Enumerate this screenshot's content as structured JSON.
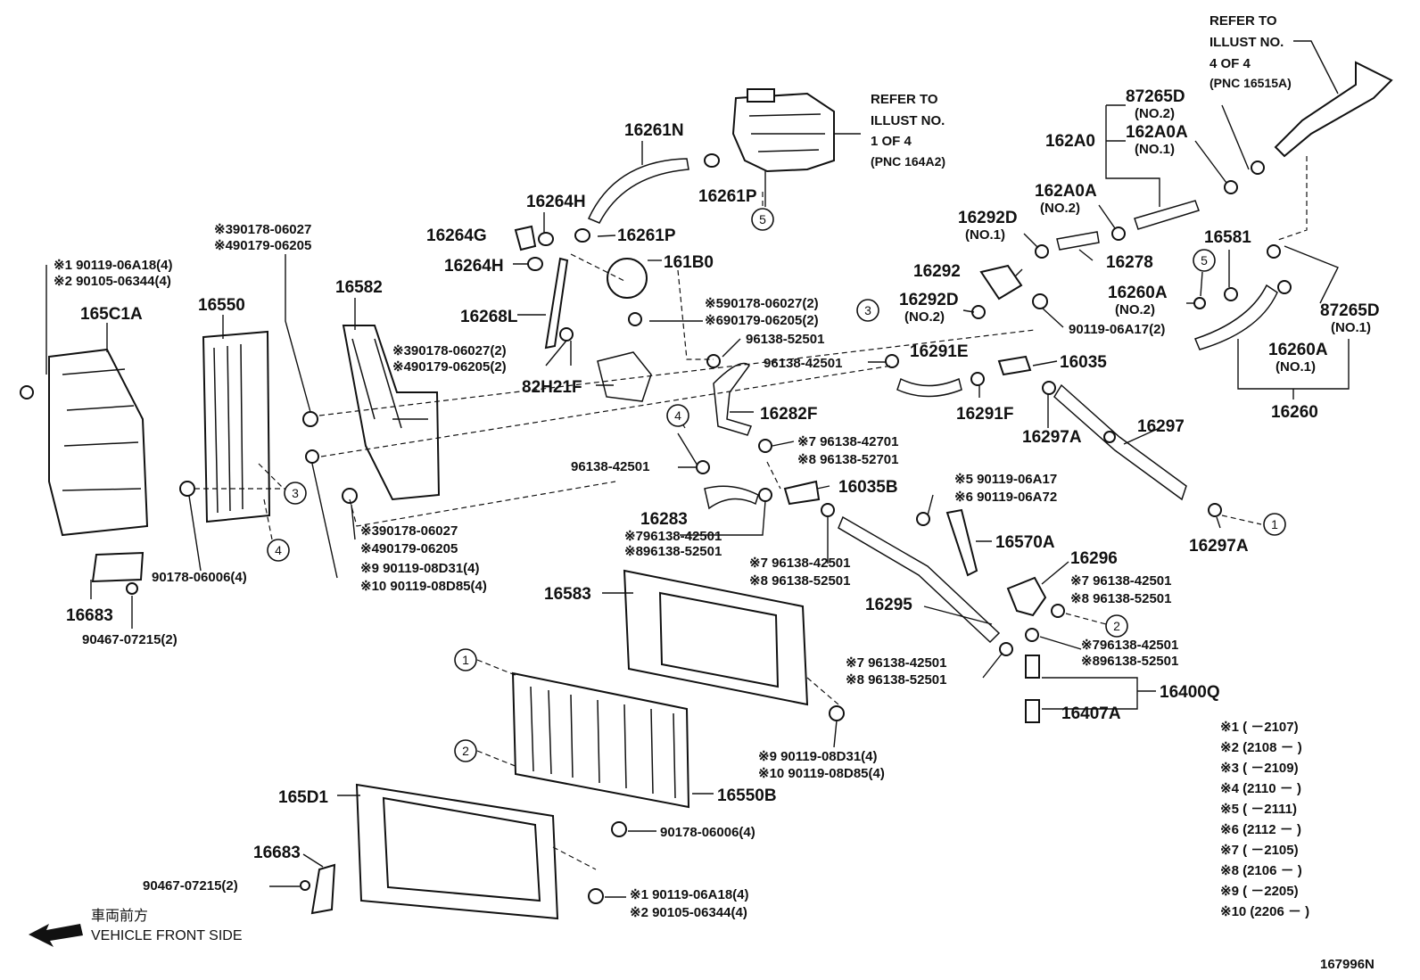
{
  "diagram_code": "167996N",
  "direction": {
    "jp": "車両前方",
    "en": "VEHICLE FRONT SIDE"
  },
  "refer_top": [
    "REFER TO",
    "ILLUST NO.",
    "4 OF 4",
    "(PNC 16515A)"
  ],
  "refer_mid": [
    "REFER TO",
    "ILLUST NO.",
    "1 OF 4",
    "(PNC 164A2)"
  ],
  "labels": {
    "p16261N": "16261N",
    "p16261P_a": "16261P",
    "p16261P_b": "16261P",
    "p16264H_a": "16264H",
    "p16264G": "16264G",
    "p16264H_b": "16264H",
    "p161B0": "161B0",
    "p16268L": "16268L",
    "p82H21F": "82H21F",
    "p16582": "16582",
    "p16550": "16550",
    "p165C1A": "165C1A",
    "p16683_a": "16683",
    "p16683_b": "16683",
    "p162A0": "162A0",
    "p87265D_a": "87265D",
    "p87265D_a_no": "(NO.2)",
    "p162A0A_a": "162A0A",
    "p162A0A_a_no": "(NO.1)",
    "p162A0A_b": "162A0A",
    "p162A0A_b_no": "(NO.2)",
    "p16292D_a": "16292D",
    "p16292D_a_no": "(NO.1)",
    "p16292": "16292",
    "p16278": "16278",
    "p16292D_b": "16292D",
    "p16292D_b_no": "(NO.2)",
    "p16581": "16581",
    "p16260A_a": "16260A",
    "p16260A_a_no": "(NO.2)",
    "p87265D_b": "87265D",
    "p87265D_b_no": "(NO.1)",
    "p16260A_b": "16260A",
    "p16260A_b_no": "(NO.1)",
    "p16260": "16260",
    "p90119_06A17_2": "90119-06A17(2)",
    "p16291E": "16291E",
    "p16035": "16035",
    "p16291F": "16291F",
    "p16297A_a": "16297A",
    "p16297": "16297",
    "p16297A_b": "16297A",
    "p16282F": "16282F",
    "p16035B": "16035B",
    "p16283": "16283",
    "p16570A": "16570A",
    "p16296": "16296",
    "p16295": "16295",
    "p16583": "16583",
    "p16400Q": "16400Q",
    "p16407A": "16407A",
    "p165D1": "165D1",
    "p16550B": "16550B"
  },
  "notes": {
    "n1a": "※1 90119-06A18(4)",
    "n1b": "※2 90105-06344(4)",
    "n2a": "※390178-06027",
    "n2b": "※490179-06205",
    "n3a": "※590178-06027(2)",
    "n3b": "※690179-06205(2)",
    "n4": "96138-52501",
    "n5a": "※390178-06027(2)",
    "n5b": "※490179-06205(2)",
    "n6": "96138-42501",
    "n7a": "※7  96138-42701",
    "n7b": "※8  96138-52701",
    "n8": "96138-42501",
    "n9a": "※5  90119-06A17",
    "n9b": "※6  90119-06A72",
    "n10a": "※390178-06027",
    "n10b": "※490179-06205",
    "n11a": "※9  90119-08D31(4)",
    "n11b": "※10 90119-08D85(4)",
    "n12": "90178-06006(4)",
    "n13": "90467-07215(2)",
    "n14a": "※796138-42501",
    "n14b": "※896138-52501",
    "n15a": "※7  96138-42501",
    "n15b": "※8  96138-52501",
    "n16a": "※7  96138-42501",
    "n16b": "※8  96138-52501",
    "n17a": "※796138-42501",
    "n17b": "※896138-52501",
    "n18a": "※7  96138-42501",
    "n18b": "※8  96138-52501",
    "n19a": "※9  90119-08D31(4)",
    "n19b": "※10 90119-08D85(4)",
    "n20": "90178-06006(4)",
    "n21": "90467-07215(2)",
    "n22a": "※1  90119-06A18(4)",
    "n22b": "※2  90105-06344(4)"
  },
  "callouts": [
    "1",
    "2",
    "3",
    "4",
    "5"
  ],
  "legend": [
    "※1 (       －2107)",
    "※2 (2108  －      )",
    "※3 (       －2109)",
    "※4 (2110  －      )",
    "※5 (       －2111)",
    "※6 (2112  －      )",
    "※7 (       －2105)",
    "※8 (2106  －      )",
    "※9 (       －2205)",
    "※10 (2206  －      )"
  ]
}
